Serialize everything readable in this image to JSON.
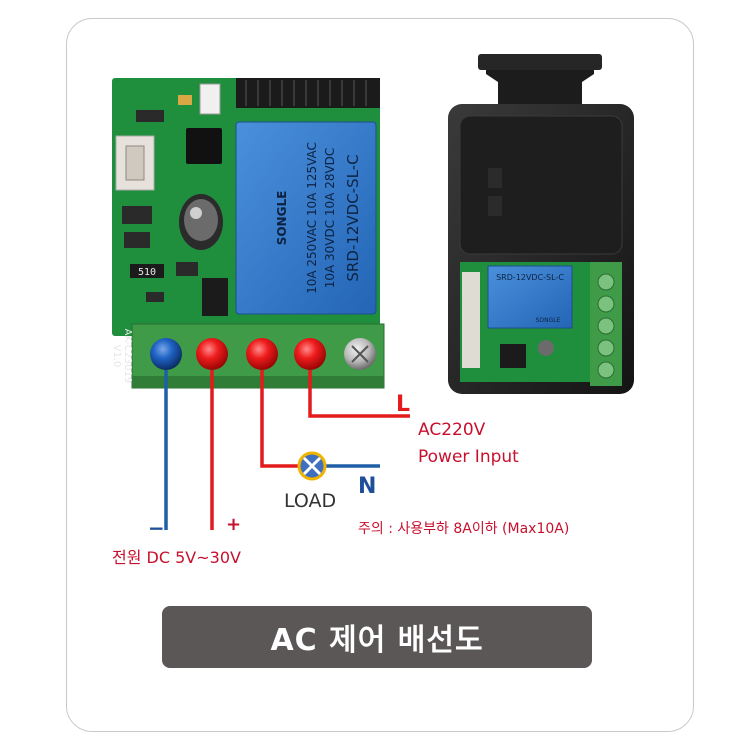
{
  "relay_module": {
    "relay_brand": "SONGLE",
    "relay_model": "SRD-12VDC-SL-C",
    "relay_rating_1": "10A 250VAC  10A 125VAC",
    "relay_rating_2": "10A 30VDC   10A 28VDC",
    "pcb_marking": "AK-C23019",
    "pcb_version": "V1.0",
    "resistor_marking": "510"
  },
  "enclosure_label": {
    "model": "SRD-12VDC-SL-C",
    "brand": "SONGLE"
  },
  "labels": {
    "live": "L",
    "ac_voltage": "AC220V",
    "power_input": "Power Input",
    "neutral": "N",
    "load": "LOAD",
    "minus": "−",
    "plus": "+",
    "dc_power": "전원 DC 5V~30V",
    "warning": "주의 : 사용부하 8A이하 (Max10A)"
  },
  "caption": "AC 제어 배선도",
  "colors": {
    "wire_red": "#e31b1b",
    "wire_blue": "#1f5fa8",
    "pcb_green": "#1f8f3e",
    "terminal_green": "#3f9b47",
    "relay_blue": "#2f77c9",
    "caption_bg": "#5b5757",
    "text_red": "#c8102e",
    "neutral_blue": "#1f4f9a"
  }
}
